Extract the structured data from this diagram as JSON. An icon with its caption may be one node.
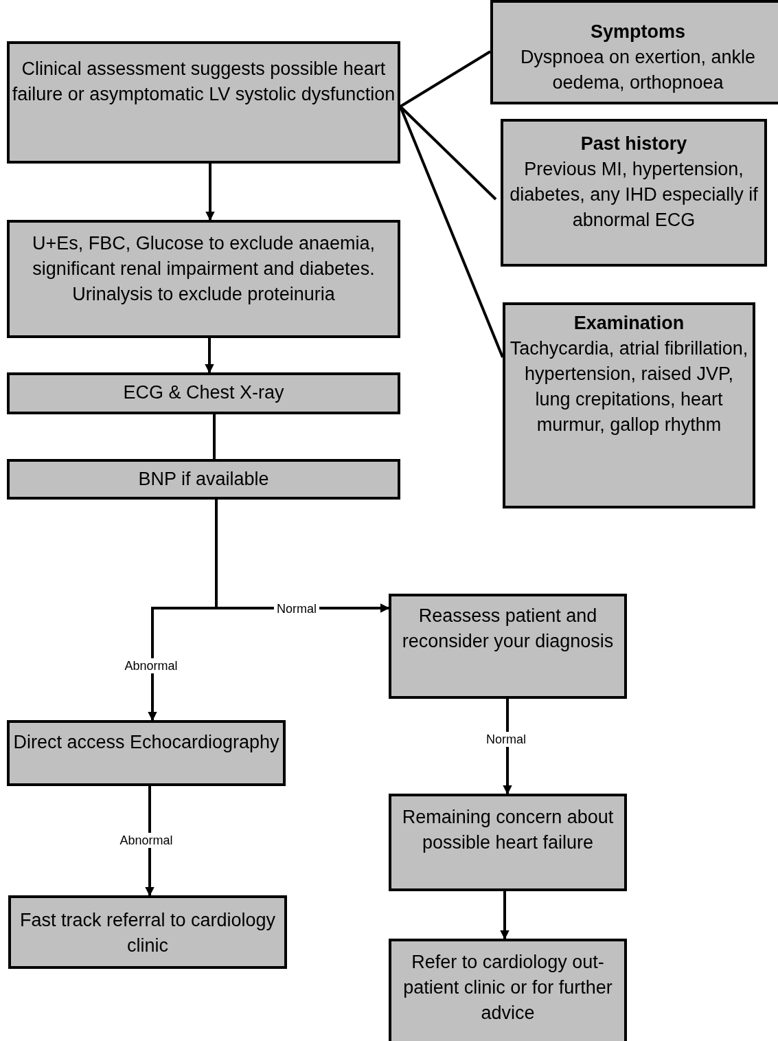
{
  "diagram": {
    "nodes": [
      {
        "text": [
          "Clinical assessment suggests possible heart failure or asymptomatic LV systolic dysfunction"
        ]
      },
      {
        "text": [
          "Symptoms",
          "Dyspnoea on exertion, ankle oedema, orthopnoea"
        ]
      },
      {
        "text": [
          "Past history",
          "Previous MI, hypertension, diabetes, any IHD especially if abnormal ECG"
        ]
      },
      {
        "text": [
          "Examination",
          "Tachycardia, atrial fibrillation, hypertension, raised JVP, lung crepitations, heart murmur, gallop rhythm"
        ]
      },
      {
        "text": [
          "U+Es, FBC, Glucose to exclude anaemia, significant renal impairment and diabetes. Urinalysis to exclude proteinuria"
        ]
      },
      {
        "text": [
          "ECG & Chest X-ray"
        ]
      },
      {
        "text": [
          "BNP if available"
        ]
      },
      {
        "text": [
          "Reassess patient and reconsider your diagnosis"
        ]
      },
      {
        "text": [
          "Direct access Echocardiography"
        ]
      },
      {
        "text": [
          "Remaining concern about possible heart failure"
        ]
      },
      {
        "text": [
          "Fast track referral to cardiology clinic"
        ]
      },
      {
        "text": [
          "Refer to cardiology out-patient clinic or for further advice"
        ]
      }
    ],
    "edges": [
      {
        "from": 0,
        "to": 1,
        "arrow": "none"
      },
      {
        "from": 0,
        "to": 2,
        "arrow": "none"
      },
      {
        "from": 0,
        "to": 3,
        "arrow": "none"
      },
      {
        "from": 0,
        "to": 4,
        "arrow": "to"
      },
      {
        "from": 4,
        "to": 5,
        "arrow": "to"
      },
      {
        "from": 5,
        "to": 6,
        "arrow": "none"
      },
      {
        "from": 6,
        "to": 7,
        "arrow": "to",
        "label": "Normal"
      },
      {
        "from": 6,
        "to": 8,
        "arrow": "to",
        "label": "Abnormal"
      },
      {
        "from": 7,
        "to": 9,
        "arrow": "to",
        "label": "Normal"
      },
      {
        "from": 8,
        "to": 10,
        "arrow": "to",
        "label": "Abnormal"
      },
      {
        "from": 9,
        "to": 11,
        "arrow": "to"
      }
    ]
  }
}
